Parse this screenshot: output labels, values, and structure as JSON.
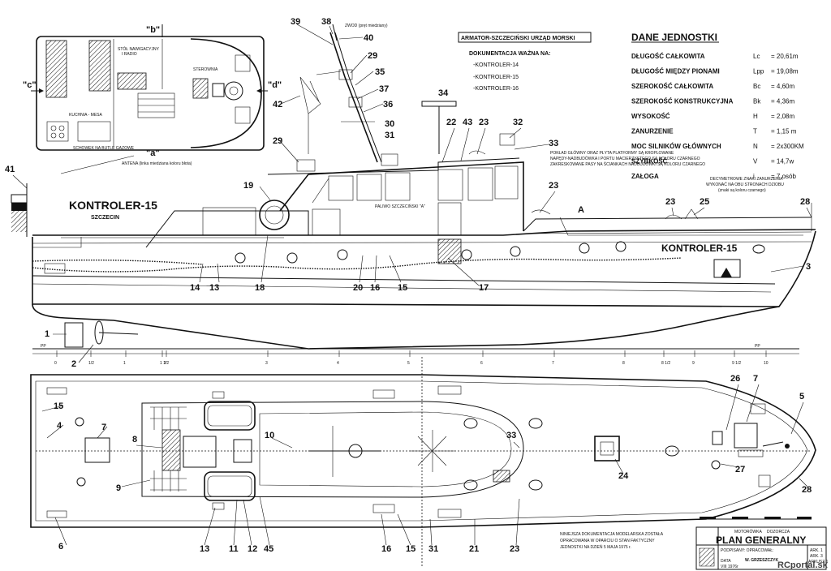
{
  "owner": "ARMATOR-SZCZECIŃSKI URZĄD MORSKI",
  "docs_heading": "DOKUMENTACJA WAŻNA NA:",
  "docs_items": [
    "-KONTROLER-14",
    "-KONTROLER-15",
    "-KONTROLER-16"
  ],
  "data_title": "DANE JEDNOSTKI",
  "specs": [
    {
      "label": "DŁUGOŚĆ CAŁKOWITA",
      "sym": "Lc",
      "value": "= 20,61m"
    },
    {
      "label": "DŁUGOŚĆ MIĘDZY PIONAMI",
      "sym": "Lpp",
      "value": "= 19,08m"
    },
    {
      "label": "SZEROKOŚĆ CAŁKOWITA",
      "sym": "Bc",
      "value": "= 4,60m"
    },
    {
      "label": "SZEROKOŚĆ KONSTRUKCYJNA",
      "sym": "Bk",
      "value": "= 4,36m"
    },
    {
      "label": "WYSOKOŚĆ",
      "sym": "H",
      "value": "= 2,08m"
    },
    {
      "label": "ZANURZENIE",
      "sym": "T",
      "value": "= 1,15 m"
    },
    {
      "label": "MOC SILNIKÓW GŁÓWNYCH",
      "sym": "N",
      "value": "= 2x300KM"
    },
    {
      "label": "SZYBKOŚĆ",
      "sym": "V",
      "value": "= 14,7w"
    },
    {
      "label": "ZAŁOGA",
      "sym": "i",
      "value": "= 7 osób"
    }
  ],
  "ship_name": "KONTROLER-15",
  "home_port": "SZCZECIN",
  "bow_name": "KONTROLER-15",
  "paint_note": [
    "POKŁAD GŁÓWNY ORAZ PŁYTA PLATFORMY SĄ KROPLOWANE",
    "NAPĘDY-NADBUDÓWKA I PORTU MACIERZYSTEGO SĄ KOLORU CZARNEGO",
    "ZAKRESKOWANE PASY NA ŚCIANKACH NADBUDÓWKI SĄ KOLORU CZARNEGO"
  ],
  "draught_note": [
    "DECYMETROWE ZNAKI ZANURZENIA",
    "WYKONAĆ NA OBU STRONACH DZIOBU",
    "(znaki są koloru czarnego)"
  ],
  "tank_note": "PALIWO SZCZECIŃSKI \"A\"",
  "whistle_note": "ZWOD (pręt miedziany)",
  "antenna_note": "ANTENA (linka miedziana koloru błota)",
  "gas_note": "SCHOWEK NA BUTLE GAZOWE",
  "deck_labels": {
    "view_b": "\"b\"",
    "view_c": "\"c\"",
    "view_d": "\"d\"",
    "view_a": "\"a\"",
    "chart_table": [
      "STÓŁ NAWIGACYJNY",
      "I RADIO"
    ],
    "wheelhouse": "STEROWNIA",
    "galley": "KUCHNIA - MESA"
  },
  "baseline": "PP",
  "frames": [
    "0",
    "1/2",
    "1",
    "1 1/2",
    "2",
    "3",
    "4",
    "5",
    "6",
    "7",
    "8",
    "8 1/2",
    "9",
    "9 1/2",
    "10"
  ],
  "note_bottom": [
    "NINIEJSZA DOKUMENTACJA MODELARSKA ZOSTAŁA",
    "OPRACOWANA W OPARCIU O STAN FAKTYCZNY",
    "JEDNOSTKI NA DZIEŃ 5 MAJA 1975 r."
  ],
  "title_block": {
    "vessel_type": [
      "MOTORÓWKA",
      "DOZORCZA"
    ],
    "drawing_title": "PLAN GENERALNY",
    "sheet_code": "ARK. 1",
    "sheet_total": "ARK. 3",
    "sheet_num": "ARKUSZ 1",
    "author_label": "PODPISANY: OPRACOWAŁ:",
    "author": "W. GRZESZCZYK",
    "date_label": "DATA",
    "date": "VIII 1976r"
  },
  "watermark": "RCportal.sk",
  "callouts": {
    "c1": "1",
    "c2": "2",
    "c3": "3",
    "c4": "4",
    "c5": "5",
    "c6": "6",
    "c7": "7",
    "c7b": "7",
    "c8": "8",
    "c9": "9",
    "c10": "10",
    "c11": "11",
    "c12": "12",
    "c13": "13",
    "c13b": "13",
    "c14": "14",
    "c15": "15",
    "c15b": "15",
    "c15c": "15",
    "c16": "16",
    "c16b": "16",
    "c17": "17",
    "c18": "18",
    "c19": "19",
    "c20": "20",
    "c21": "21",
    "c22": "22",
    "c23": "23",
    "c23b": "23",
    "c23c": "23",
    "c23d": "23",
    "c24": "24",
    "c25": "25",
    "c26": "26",
    "c27": "27",
    "c28": "28",
    "c28b": "28",
    "c29": "29",
    "c29b": "29",
    "c30": "30",
    "c31": "31",
    "c31b": "31",
    "c32": "32",
    "c33": "33",
    "c33b": "33",
    "c34": "34",
    "c35": "35",
    "c36": "36",
    "c37": "37",
    "c38": "38",
    "c39": "39",
    "c40": "40",
    "c41": "41",
    "c42": "42",
    "c43": "43",
    "c45": "45",
    "cA": "A"
  },
  "colors": {
    "ink": "#111111",
    "paper": "#ffffff"
  }
}
